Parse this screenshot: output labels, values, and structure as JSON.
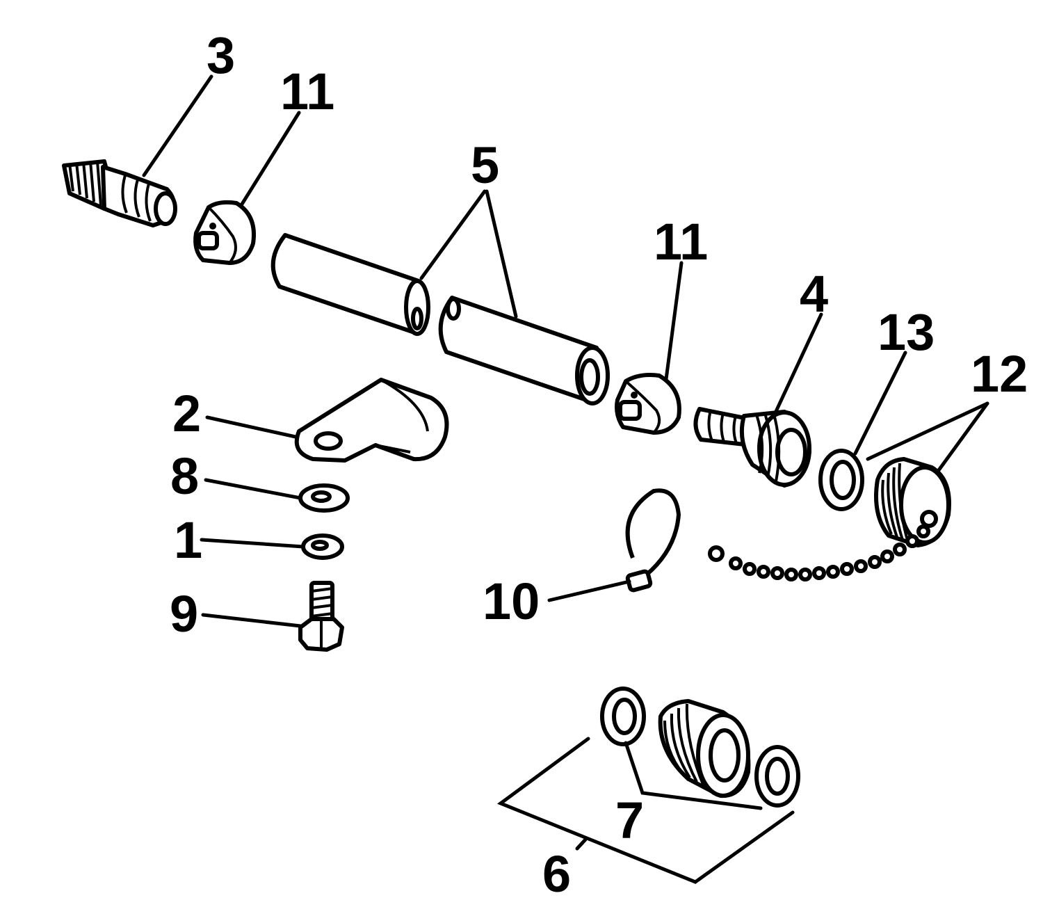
{
  "callouts": {
    "c1": "1",
    "c2": "2",
    "c3": "3",
    "c4": "4",
    "c5": "5",
    "c6": "6",
    "c7": "7",
    "c8": "8",
    "c9": "9",
    "c10": "10",
    "c11a": "11",
    "c11b": "11",
    "c12": "12",
    "c13": "13"
  },
  "colors": {
    "line": "#000000",
    "background": "#ffffff"
  }
}
